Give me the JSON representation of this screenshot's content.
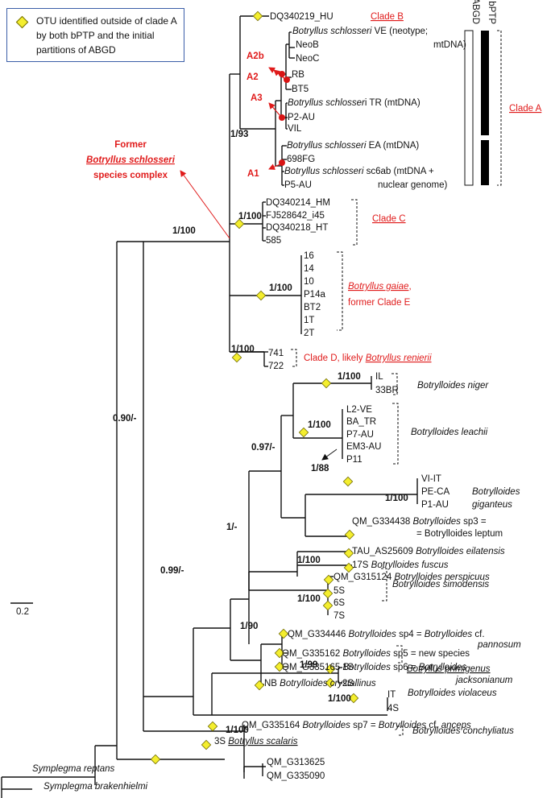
{
  "legend": {
    "text": "OTU identified outside of clade A by both bPTP and the initial partitions of ABGD",
    "icon": "yellow-diamond"
  },
  "colors": {
    "red": "#e01b1b",
    "diamond": "#f4ee2e",
    "branch": "#111111",
    "legend_border": "#3b5ea8"
  },
  "scale_bar": {
    "label": "0.2"
  },
  "bar_labels": {
    "abgd": "ABGD",
    "bptp": "bPTP"
  },
  "complex_label": {
    "line1": "Former",
    "line2": "Botryllus schlosseri",
    "line3": "species complex"
  },
  "subclades": {
    "a2b": "A2b",
    "a2": "A2",
    "a3": "A3",
    "a1": "A1"
  },
  "supports": {
    "root_in": "0.90/-",
    "top": "1/100",
    "cladeA": "1/93",
    "cladeC": "1/100",
    "gaiae": "1/100",
    "cladeD": "1/100",
    "nest1": "0.99/-",
    "nest2": "1/-",
    "bl": "0.97/-",
    "niger": "1/100",
    "leachii": "1/100",
    "leachii_sub": "1/88",
    "giganteus": "1/100",
    "simod": "1/100",
    "sp45": "1/90",
    "primigenus": "1/99",
    "violaceus": "1/100",
    "conch": "1/100"
  },
  "clade_labels": {
    "cladeB": "Clade B",
    "cladeA": "Clade A",
    "cladeC": "Clade C",
    "gaiae1": "Botryllus gaiae",
    "gaiae1_suffix": ",",
    "gaiae2": "former Clade E",
    "cladeD_prefix": "Clade D, likely ",
    "cladeD_name": "Botryllus renierii",
    "niger": "Botrylloides niger",
    "leachii": "Botrylloides leachii",
    "giganteus1": "Botrylloides",
    "giganteus2": "giganteus",
    "simodensis": "Botrylloides simodensis",
    "primigenus": "Botryllus primigenus",
    "violaceus": "Botrylloides violaceus",
    "conchyliatus": "Botrylloides conchyliatus"
  },
  "tips": {
    "hu": "DQ340219_HU",
    "ve1": "Botryllus schlosseri",
    "ve2": " VE (neotype;",
    "ve3": "mtDNA)",
    "neob": "NeoB",
    "neoc": "NeoC",
    "rb": "RB",
    "bt5": "BT5",
    "tr1": "Botryllus schlosser",
    "tr2": "i TR (mtDNA)",
    "p2au": "P2-AU",
    "vil": "VIL",
    "ea1": "Botryllus schlosseri",
    "ea2": " EA (mtDNA)",
    "fg698": "698FG",
    "sc1": "Botryllus schlosseri",
    "sc2": " sc6ab (mtDNA +",
    "sc3": "nuclear genome)",
    "p5au": "P5-AU",
    "hm": "DQ340214_HM",
    "i45": "FJ528642_i45",
    "ht": "DQ340218_HT",
    "t585": "585",
    "g16": "16",
    "g14": "14",
    "g10": "10",
    "p14a": "P14a",
    "bt2": "BT2",
    "t1t": "1T",
    "t2t": "2T",
    "t741": "741",
    "t722": "722",
    "il": "IL",
    "br33": "33BR",
    "l2ve": "L2-VE",
    "batr": "BA_TR",
    "p7au": "P7-AU",
    "em3au": "EM3-AU",
    "p11": "P11",
    "viit": "VI-IT",
    "peca": "PE-CA",
    "p1au": "P1-AU",
    "qm438a": "QM_G334438 ",
    "qm438b": "Botrylloides",
    "qm438c": " sp3 =",
    "qm438d": "= Botrylloides leptum",
    "tau1": "TAU_AS25609 ",
    "tau2": "Botrylloides eilatensis",
    "s17a": "17S ",
    "s17b": "Botrylloides fuscus",
    "qm124a": "QM_G315124 ",
    "qm124b": "Botrylloides perspicuus",
    "s5": "5S",
    "s6": "6S",
    "s7": "7S",
    "qm446a": "QM_G334446 ",
    "qm446b": "Botrylloides",
    "qm446c": " sp4 = ",
    "qm446d": "Botrylloides",
    "qm446e": " cf.",
    "qm446f": "pannosum",
    "qm162a": "QM_G335162 ",
    "qm162b": "Botrylloides",
    "qm162c": " sp5 = new species",
    "qm165a": "QM_G335165 ",
    "qm165b": "Botrylloides",
    "qm165c": " sp6 = ",
    "qm165d": "Botrylloides",
    "qm165e": "jacksonianum",
    "nb1": "NB ",
    "nb2": "Botrylloides crystallinus",
    "s1": "1S",
    "s2": "2S",
    "it": "IT",
    "s4": "4S",
    "qm164a": "QM_G335164 ",
    "qm164b": "Botrylloides",
    "qm164c": " sp7 = ",
    "qm164d": "Botrylloides",
    "qm164e": " cf. ",
    "qm164f": "anceps",
    "s3a": "3S ",
    "s3b": "Botryllus scalaris",
    "qm625": "QM_G313625",
    "qm090": "QM_G335090",
    "reptans": "Symplegma reptans",
    "brak": "Symplegma brakenhielmi"
  }
}
